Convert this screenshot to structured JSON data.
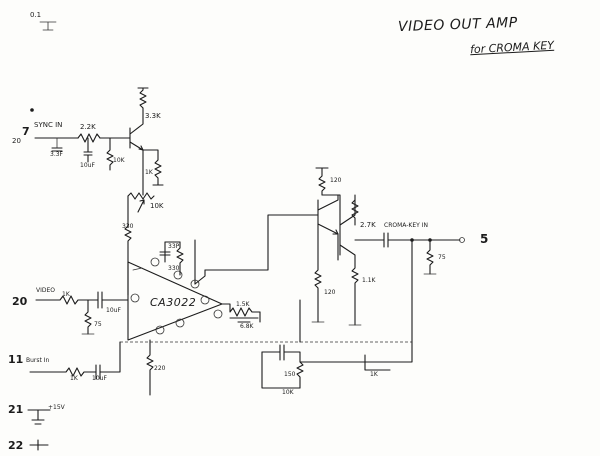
{
  "title": "VIDEO OUT AMP",
  "subtitle": "for CROMA KEY",
  "corner_note": "0.1",
  "chip": "CA3022",
  "pins": {
    "p7": "7",
    "p20a": "20",
    "p20b": "20",
    "p11": "11",
    "p21": "21",
    "p22": "22",
    "p5": "5"
  },
  "labels": {
    "sync_in": "SYNC IN",
    "r_input": "2.2K",
    "r_input_shunt": "10K",
    "c_input": "3.3F",
    "c_input2": "10uF",
    "r_collector": "3.3K",
    "r_emitter": "1K",
    "pot_top": "10K",
    "r_pot_low": "330",
    "video_in": "VIDEO",
    "r_video": "1K",
    "c_video": "10uF",
    "r_video_shunt": "75",
    "c_chip_top": "33P",
    "r_chip_top": "330",
    "r_chip_out": "1.5K",
    "r_fb": "6.8K",
    "r_chip_gnd": "220",
    "burst_in": "Burst In",
    "r_burst": "1K",
    "c_burst": "10uF",
    "r_bottom_mid": "150",
    "r_bottom_mid2": "10K",
    "r_bottom_right": "1K",
    "r_q2_top": "120",
    "r_q2_base": "2.7K",
    "r_q2_shunt": "1.1K",
    "r_q2_emitter": "120",
    "output_note": "CROMA-KEY IN",
    "r_output_shunt": "75",
    "pin21_note": "+15V"
  }
}
